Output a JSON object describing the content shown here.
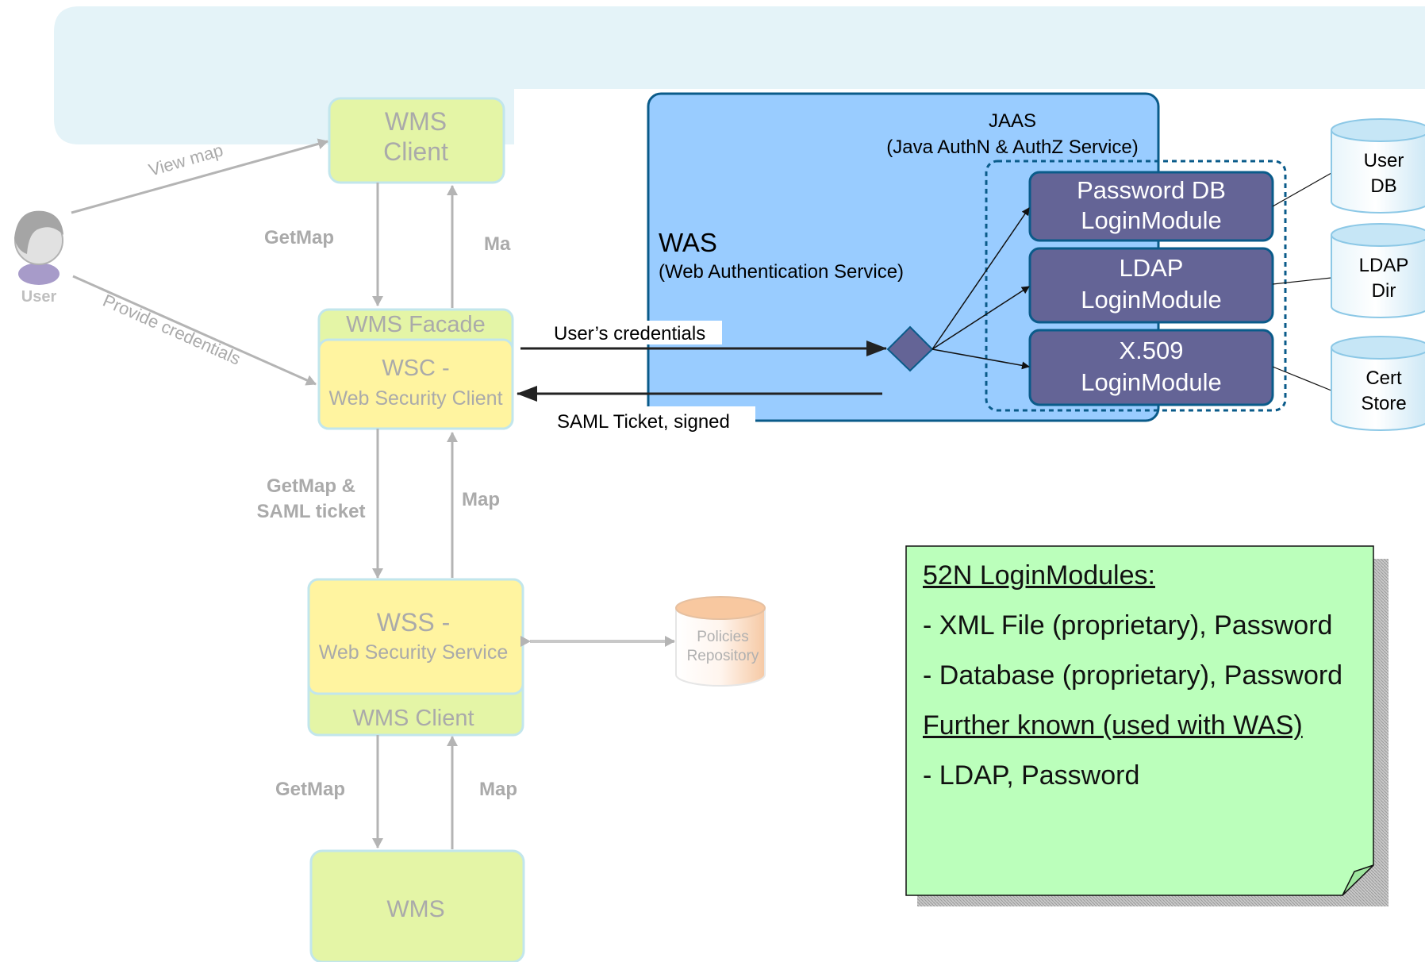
{
  "user": {
    "label": "User"
  },
  "left_flow": {
    "wms_client_top": "WMS\nClient",
    "wms_facade": "WMS Facade",
    "wsc": "WSC -\nWeb Security Client",
    "wss": "WSS -\nWeb Security Service",
    "wss_wms_client": "WMS Client",
    "wms": "WMS",
    "policies_repository": "Policies\nRepository",
    "labels": {
      "view_map": "View map",
      "provide_credentials": "Provide credentials",
      "getmap_1": "GetMap",
      "map_1": "Ma",
      "getmap_saml": "GetMap &\nSAML ticket",
      "map_2": "Map",
      "getmap_3": "GetMap",
      "map_3": "Map"
    }
  },
  "was": {
    "title": "WAS",
    "subtitle": "(Web Authentication Service)",
    "jaas": "JAAS\n(Java AuthN & AuthZ Service)",
    "login_modules": [
      {
        "label": "Password DB\nLoginModule"
      },
      {
        "label": "LDAP\nLoginModule"
      },
      {
        "label": "X.509\nLoginModule"
      }
    ],
    "request_label": "User’s credentials",
    "response_label": "SAML Ticket, signed"
  },
  "stores": [
    {
      "label": "User\nDB"
    },
    {
      "label": "LDAP\nDir"
    },
    {
      "label": "Cert\nStore"
    }
  ],
  "note": {
    "heading": "52N LoginModules:",
    "lines_1": [
      "- XML File (proprietary), Password",
      "- Database (proprietary), Password"
    ],
    "subheading": "Further known (used with WAS)",
    "lines_2": [
      "- LDAP, Password"
    ]
  },
  "colors": {
    "banner": "#e4f3f8",
    "was_fill": "#99ccff",
    "was_border": "#0a5b8a",
    "login_module": "#646496",
    "note_fill": "#bbffbb",
    "faded_green": "#e4f5a6",
    "faded_yellow": "#fff4a0"
  }
}
